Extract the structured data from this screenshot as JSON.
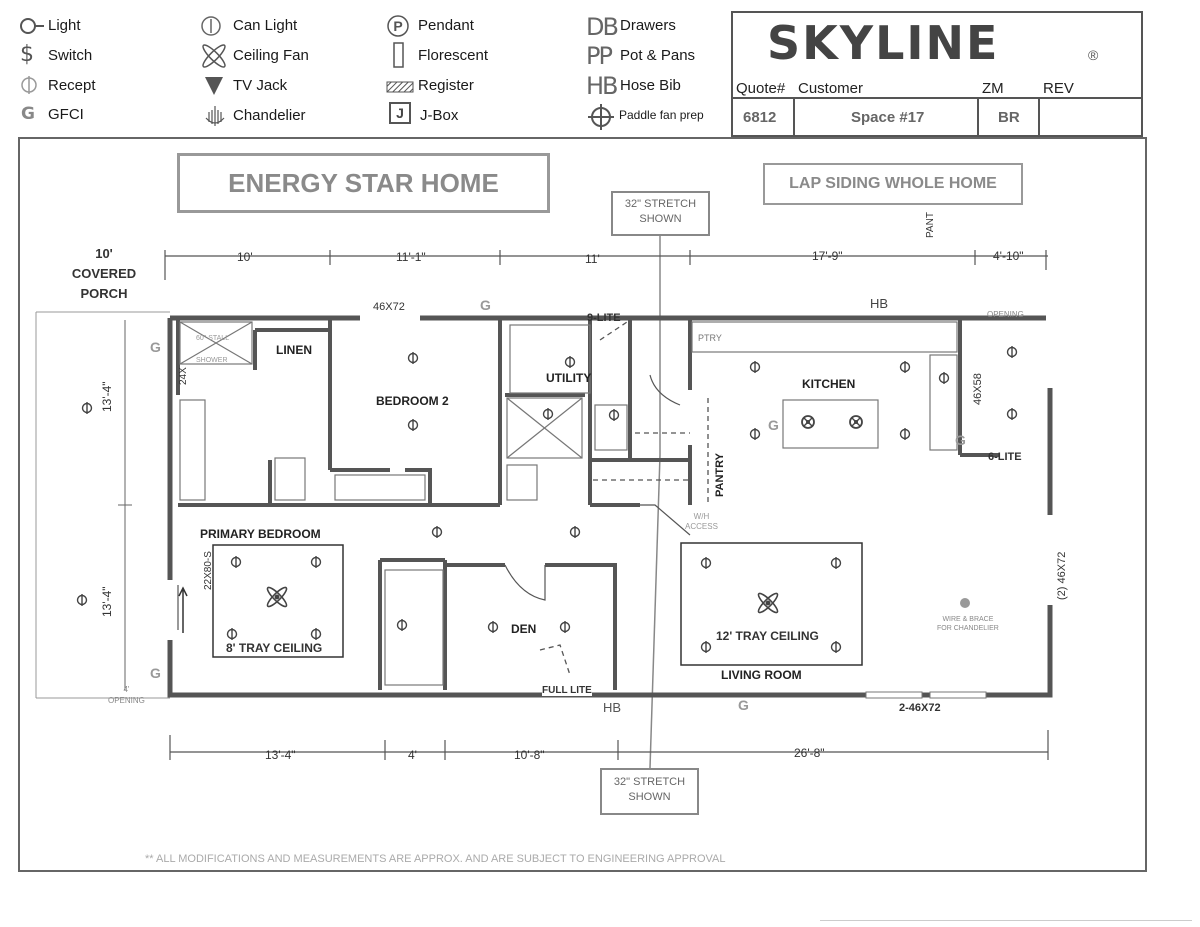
{
  "legend": {
    "col1": [
      {
        "icon": "light-icon",
        "label": "Light"
      },
      {
        "icon": "switch-icon",
        "label": "Switch"
      },
      {
        "icon": "recept-icon",
        "label": "Recept"
      },
      {
        "icon": "gfci-icon",
        "label": "GFCI"
      }
    ],
    "col2": [
      {
        "icon": "can-light-icon",
        "label": "Can Light"
      },
      {
        "icon": "ceiling-fan-icon",
        "label": "Ceiling Fan"
      },
      {
        "icon": "tv-jack-icon",
        "label": "TV Jack"
      },
      {
        "icon": "chandelier-icon",
        "label": "Chandelier"
      }
    ],
    "col3": [
      {
        "icon": "pendant-icon",
        "label": "Pendant"
      },
      {
        "icon": "florescent-icon",
        "label": "Florescent"
      },
      {
        "icon": "register-icon",
        "label": "Register"
      },
      {
        "icon": "j-box-icon",
        "label": "J-Box"
      }
    ],
    "col4": [
      {
        "icon": "drawers-icon",
        "glyph": "DB",
        "label": "Drawers"
      },
      {
        "icon": "pot-pans-icon",
        "glyph": "PP",
        "label": "Pot & Pans"
      },
      {
        "icon": "hose-bib-icon",
        "glyph": "HB",
        "label": "Hose Bib"
      },
      {
        "icon": "paddle-fan-prep-icon",
        "glyph": "",
        "label": "Paddle fan prep"
      }
    ],
    "j_glyph": "J",
    "g_glyph": "G"
  },
  "title_block": {
    "logo": "SKYLINE",
    "registered": "®",
    "headers": {
      "quote": "Quote#",
      "customer": "Customer",
      "zm": "ZM",
      "rev": "REV"
    },
    "values": {
      "quote": "6812",
      "customer": "Space #17",
      "zm": "BR",
      "rev": ""
    }
  },
  "banners": {
    "energy_star": "ENERGY STAR HOME",
    "lap_siding": "LAP SIDING WHOLE HOME"
  },
  "callouts": {
    "top": [
      "32\" STRETCH",
      "SHOWN"
    ],
    "bottom": [
      "32\" STRETCH",
      "SHOWN"
    ]
  },
  "porch": [
    "10'",
    "COVERED",
    "PORCH"
  ],
  "dimensions": {
    "top": [
      "10'",
      "11'-1\"",
      "11'",
      "17'-9\"",
      "4'-10\""
    ],
    "bottom": [
      "13'-4\"",
      "4'",
      "10'-8\"",
      "26'-8\""
    ],
    "left": [
      "13'-4\"",
      "13'-4\""
    ]
  },
  "rooms": {
    "bedroom2": "BEDROOM 2",
    "linen": "LINEN",
    "utility": "UTILITY",
    "kitchen": "KITCHEN",
    "pantry": "PANTRY",
    "ptry": "PTRY",
    "primary": "PRIMARY BEDROOM",
    "den": "DEN",
    "living": "LIVING ROOM",
    "tray8": "8' TRAY CEILING",
    "tray12": "12' TRAY CEILING",
    "shower": "60\" STALL SHOWER"
  },
  "labels": {
    "w4672_top": "46X72",
    "lite9": "9-LITE",
    "hb_top": "HB",
    "hb_bottom": "HB",
    "opening_top": "OPENING",
    "w46x58": "46X58",
    "lite6": "6-LITE",
    "w24x": "24X",
    "w22x80": "22X80-S",
    "wh_access": [
      "W/H",
      "ACCESS"
    ],
    "two46x72": "(2) 46X72",
    "wire_brace": [
      "WIRE & BRACE",
      "FOR CHANDELIER"
    ],
    "full_lite": "FULL LITE",
    "four_opening": [
      "4'",
      "OPENING"
    ],
    "two_46x72": "2-46X72",
    "pant": "PANT"
  },
  "footer_note": "** ALL MODIFICATIONS AND MEASUREMENTS ARE APPROX. AND ARE SUBJECT TO ENGINEERING APPROVAL"
}
